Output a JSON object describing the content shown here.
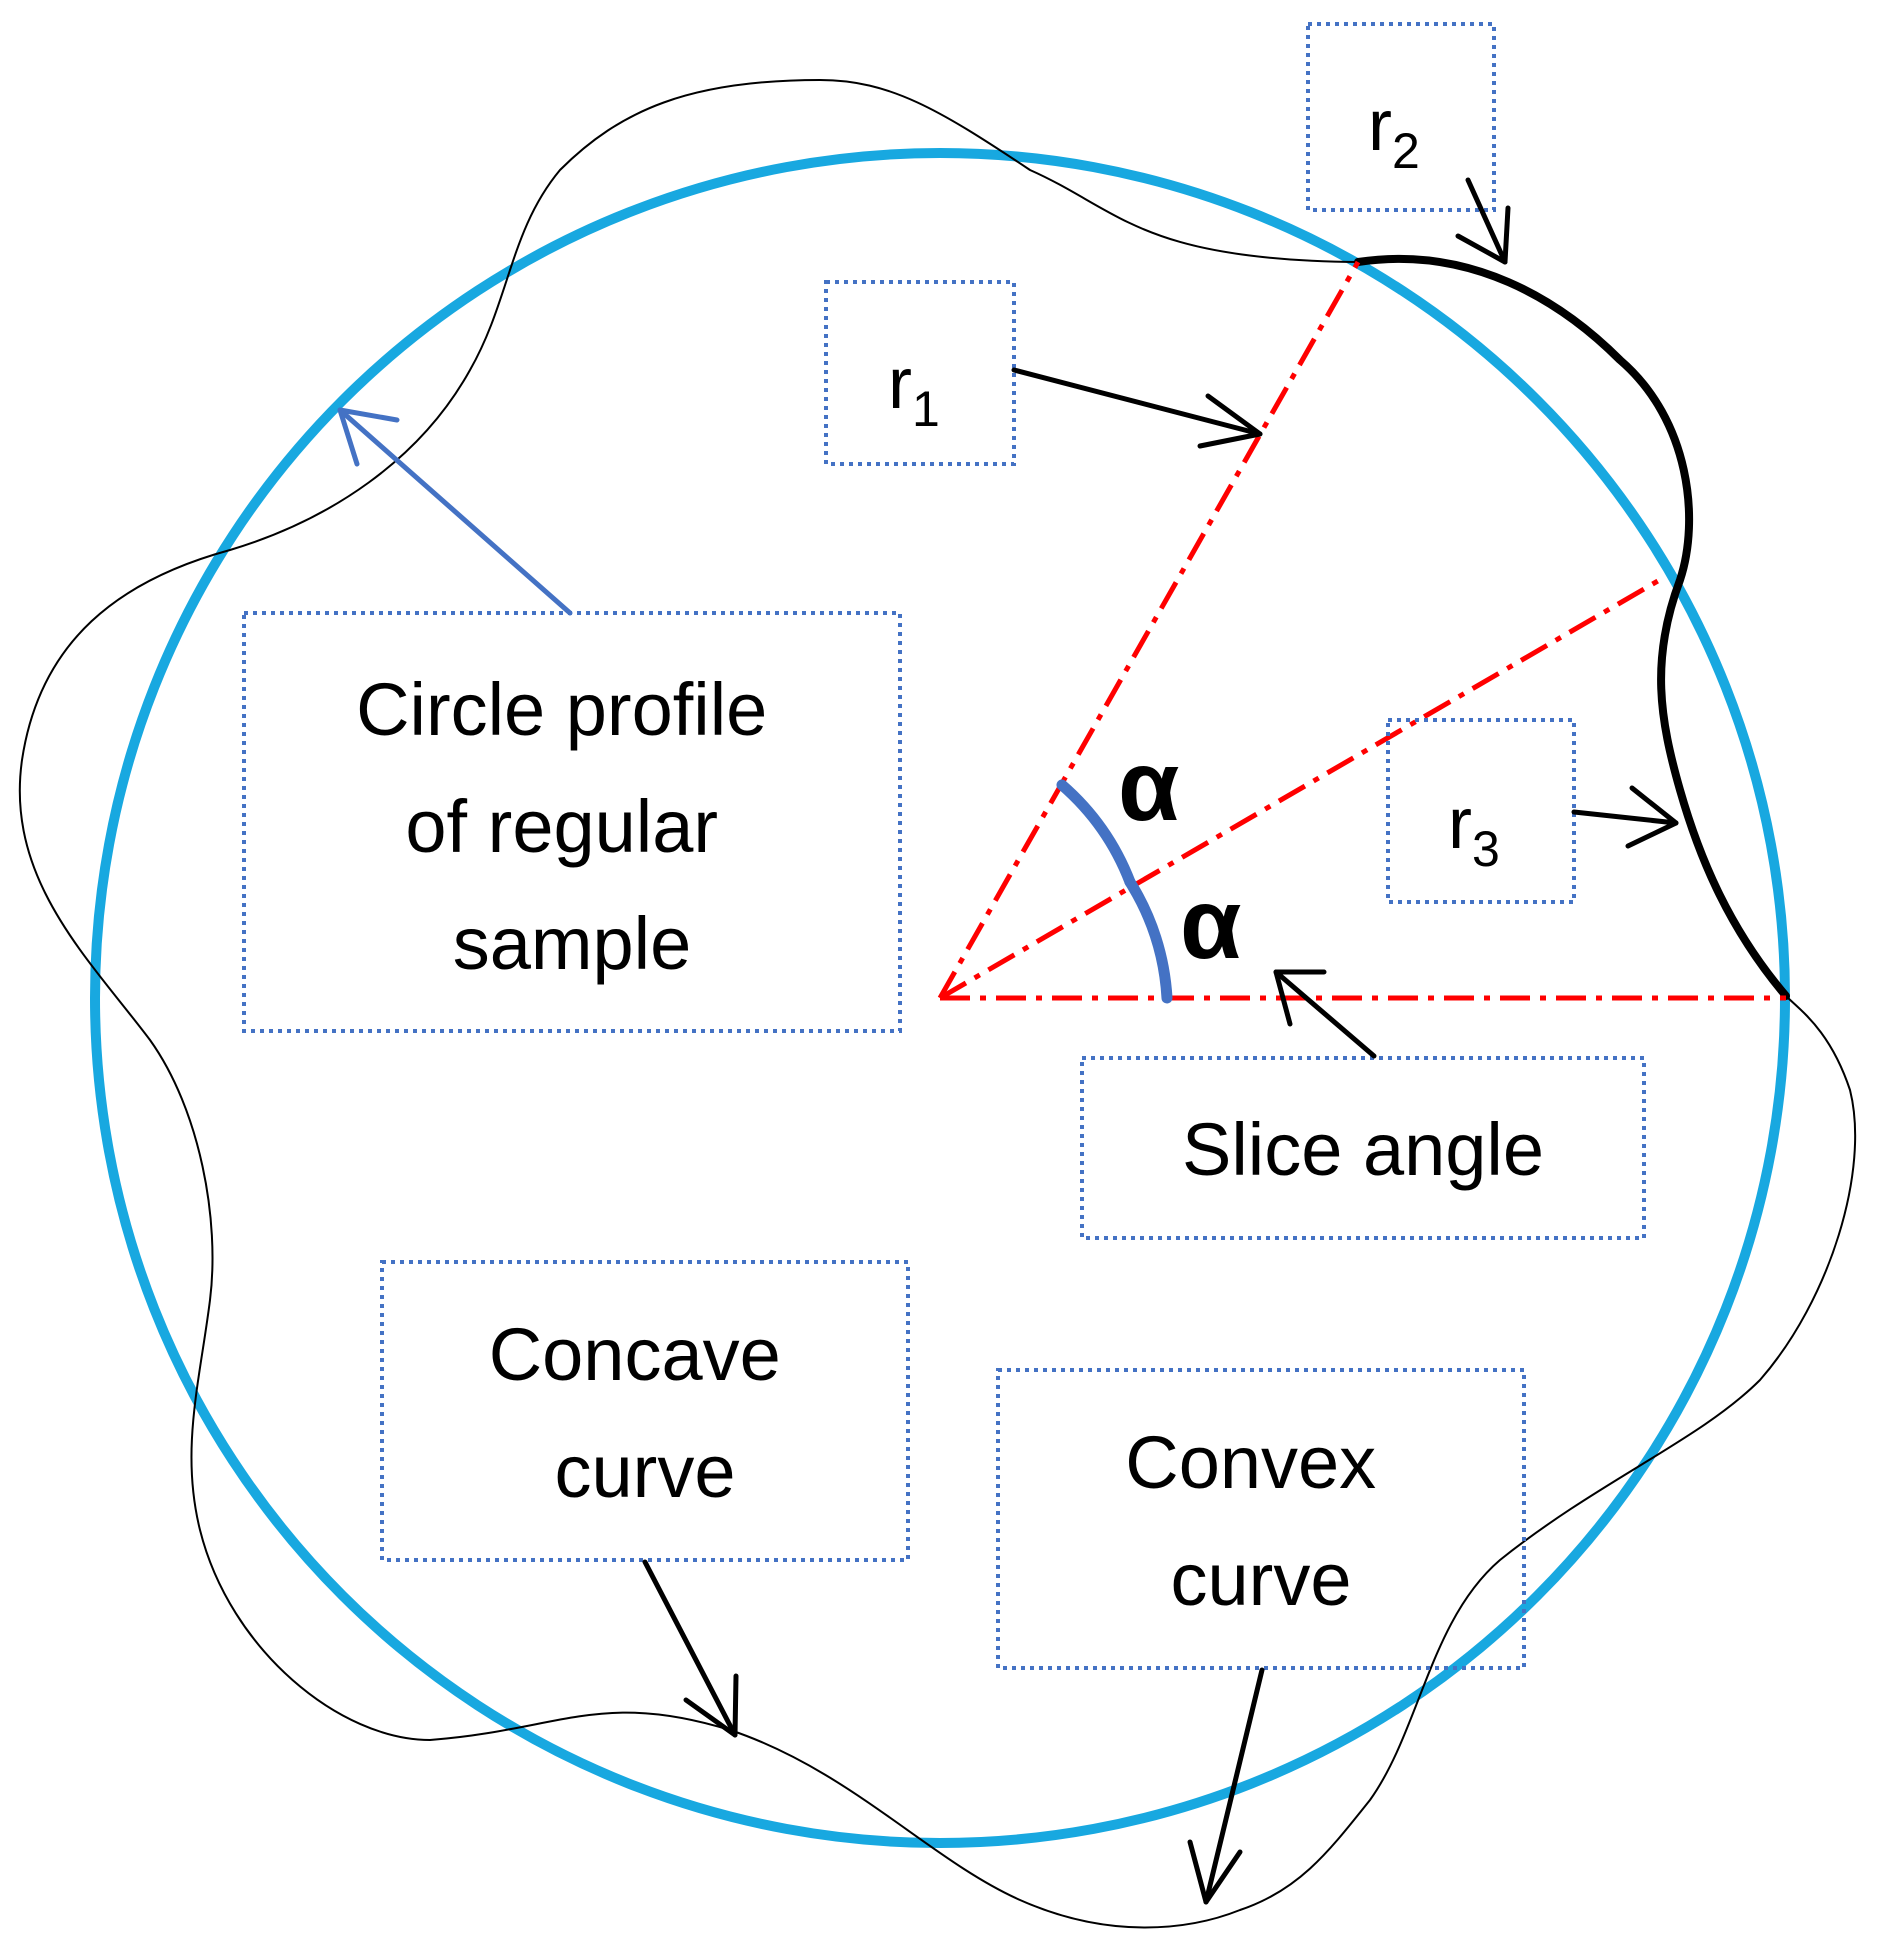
{
  "labels": {
    "circle_profile": [
      "Circle profile",
      "of regular",
      "sample"
    ],
    "slice_angle": "Slice angle",
    "concave": [
      "Concave",
      "curve"
    ],
    "convex": [
      "Convex",
      "curve"
    ],
    "r1": {
      "base": "r",
      "sub": "1"
    },
    "r2": {
      "base": "r",
      "sub": "2"
    },
    "r3": {
      "base": "r",
      "sub": "3"
    },
    "alpha": "α"
  },
  "colors": {
    "circle": "#18a8e0",
    "rays": "#ff0000",
    "angle_arcs": "#4472c4",
    "boxes": "#4472c4",
    "curves": "#000000"
  }
}
